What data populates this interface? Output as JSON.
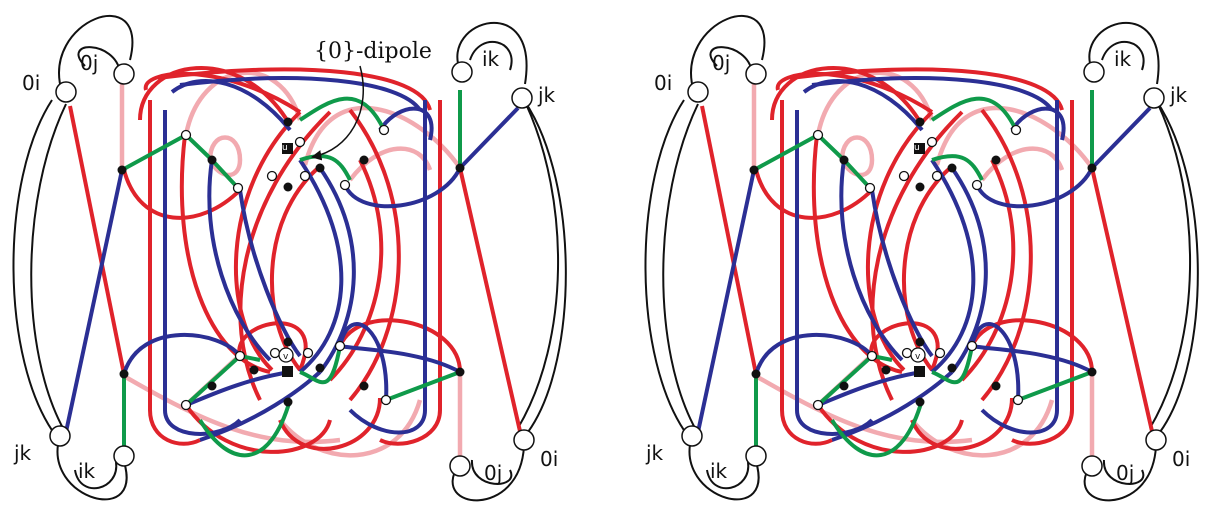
{
  "annotation": "{0}-dipole",
  "colors": {
    "red": "#e0232b",
    "blue": "#2b2f94",
    "green": "#0f9a4a",
    "pink": "#f2aab0",
    "black": "#111111"
  },
  "panels": [
    {
      "labels": {
        "top_left_outer": "0i",
        "top_left_inner": "0j",
        "bottom_left_outer": "jk",
        "bottom_left_inner": "ik",
        "top_right_inner": "ik",
        "top_right_outer": "jk",
        "bottom_right_inner": "0j",
        "bottom_right_outer": "0i",
        "top_node": "u",
        "bottom_node": "v"
      }
    },
    {
      "labels": {
        "top_left_outer": "0i",
        "top_left_inner": "0j",
        "bottom_left_outer": "jk",
        "bottom_left_inner": "ik",
        "top_right_inner": "ik",
        "top_right_outer": "jk",
        "bottom_right_inner": "0j",
        "bottom_right_outer": "0i",
        "top_node": "u",
        "bottom_node": "v"
      }
    }
  ]
}
